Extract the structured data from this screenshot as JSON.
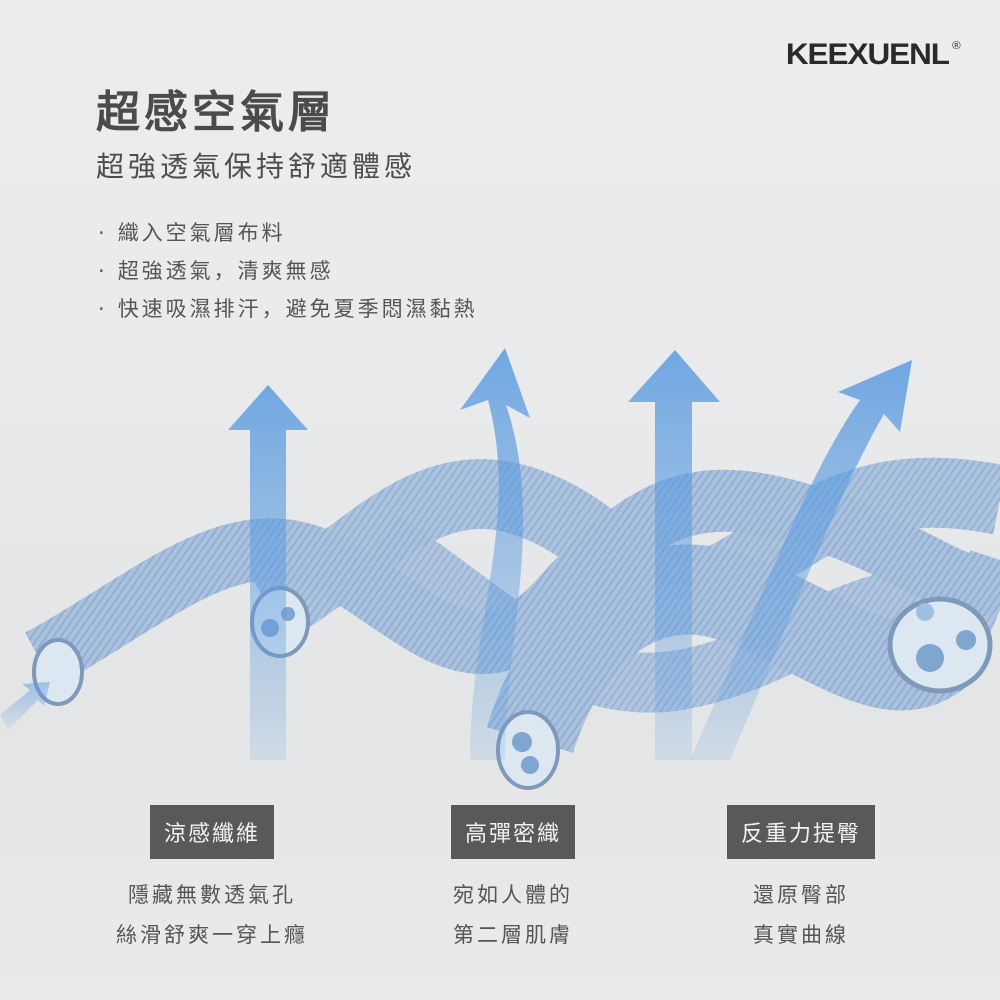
{
  "brand": {
    "logo": "KEEXUENL",
    "registered": "®"
  },
  "header": {
    "title": "超感空氣層",
    "subtitle": "超強透氣保持舒適體感"
  },
  "bullets": [
    {
      "dot": "·",
      "text": "織入空氣層布料"
    },
    {
      "dot": "·",
      "text": "超強透氣，清爽無感"
    },
    {
      "dot": "·",
      "text": "快速吸濕排汗，避免夏季悶濕黏熱"
    }
  ],
  "features": [
    {
      "tag": "涼感纖維",
      "lines": [
        "隱藏無數透氣孔",
        "絲滑舒爽一穿上癮"
      ]
    },
    {
      "tag": "高彈密織",
      "lines": [
        "宛如人體的",
        "第二層肌膚"
      ]
    },
    {
      "tag": "反重力提臀",
      "lines": [
        "還原臀部",
        "真實曲線"
      ]
    }
  ],
  "colors": {
    "tube": "#a9c1de",
    "arrow": "#5b9be0",
    "tag_bg": "#595959",
    "text": "#4b4b4b"
  }
}
